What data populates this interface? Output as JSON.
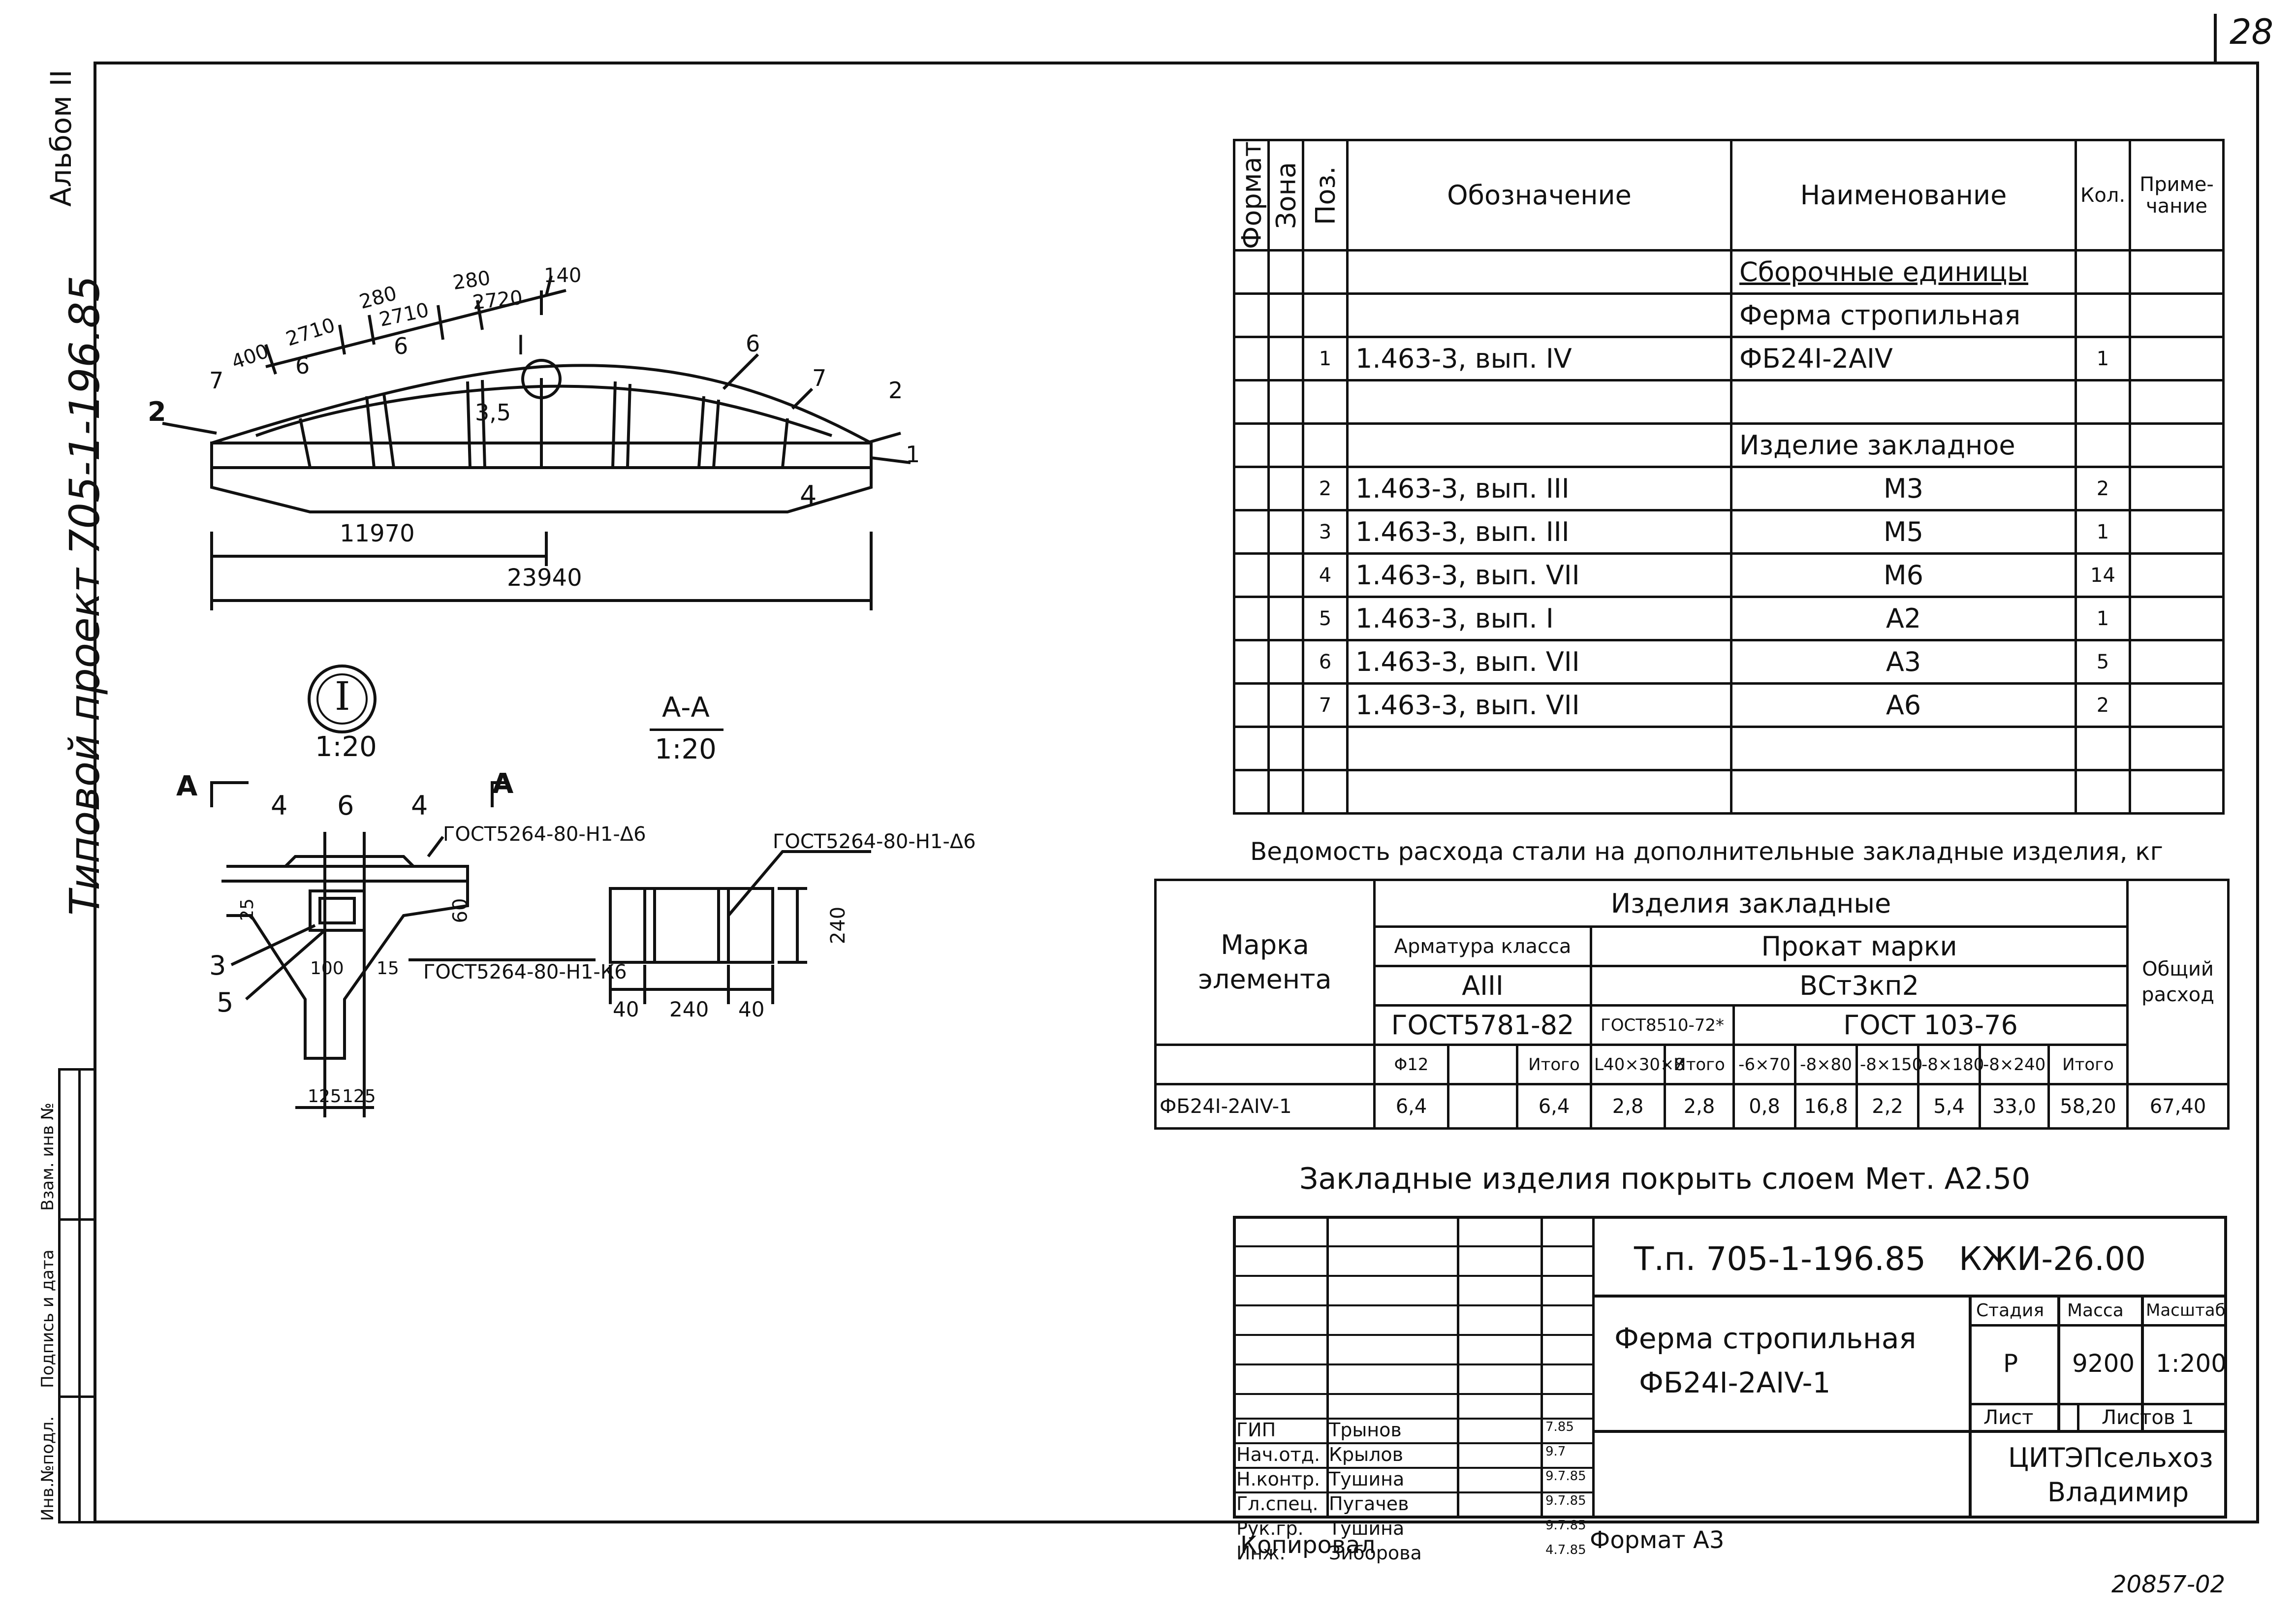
{
  "sheet_number": "28",
  "side": {
    "album": "Альбом II",
    "project": "Типовой проект 705-1-196.85",
    "strip": [
      "Инв.№подл.",
      "Подпись и дата",
      "Взам. инв №"
    ]
  },
  "truss": {
    "spans_top": [
      "400",
      "2710",
      "280",
      "2710",
      "280",
      "2720",
      "140"
    ],
    "marks": {
      "m7a": "7",
      "m6a": "6",
      "m6b": "6",
      "detail": "I",
      "m35": "3,5",
      "m6c": "6",
      "m7b": "7",
      "m2a": "2",
      "m2b": "2",
      "m1": "1",
      "m4": "4"
    },
    "dim_half": "11970",
    "dim_full": "23940"
  },
  "detail_I": {
    "title": "I",
    "scale": "1:20",
    "section_left": "A",
    "section_right": "A",
    "marks_top": [
      "4",
      "6",
      "4"
    ],
    "gost_top": "ГОСТ5264-80-Н1-Δ6",
    "gost_mid": "ГОСТ5264-80-Н1-К6",
    "dims": {
      "d25": "25",
      "d60": "60",
      "d100": "100",
      "d15": "15",
      "d125a": "125",
      "d125b": "125"
    },
    "marks_left": [
      "3",
      "5"
    ]
  },
  "section_AA": {
    "title": "А-А",
    "scale": "1:20",
    "gost": "ГОСТ5264-80-Н1-Δ6",
    "dims": {
      "h": "240",
      "a": "40",
      "b": "240",
      "c": "40"
    }
  },
  "spec": {
    "headers": {
      "format": "Формат",
      "zone": "Зона",
      "pos": "Поз.",
      "designation": "Обозначение",
      "name": "Наименование",
      "qty": "Кол.",
      "note": "Приме-чание"
    },
    "rows": [
      {
        "pos": "",
        "des": "",
        "name": "Сборочные единицы",
        "qty": "",
        "u": true
      },
      {
        "pos": "",
        "des": "",
        "name": "Ферма стропильная",
        "qty": "",
        "u": false
      },
      {
        "pos": "1",
        "des": "1.463-3, вып. IV",
        "name": "ФБ24I-2АIV",
        "qty": "1",
        "u": false
      },
      {
        "pos": "",
        "des": "",
        "name": "",
        "qty": "",
        "u": false
      },
      {
        "pos": "",
        "des": "",
        "name": "Изделие закладное",
        "qty": "",
        "u": false
      },
      {
        "pos": "2",
        "des": "1.463-3, вып. III",
        "name": "М3",
        "qty": "2",
        "u": false
      },
      {
        "pos": "3",
        "des": "1.463-3, вып. III",
        "name": "М5",
        "qty": "1",
        "u": false
      },
      {
        "pos": "4",
        "des": "1.463-3, вып. VII",
        "name": "М6",
        "qty": "14",
        "u": false
      },
      {
        "pos": "5",
        "des": "1.463-3, вып. I",
        "name": "А2",
        "qty": "1",
        "u": false
      },
      {
        "pos": "6",
        "des": "1.463-3, вып. VII",
        "name": "А3",
        "qty": "5",
        "u": false
      },
      {
        "pos": "7",
        "des": "1.463-3, вып. VII",
        "name": "А6",
        "qty": "2",
        "u": false
      },
      {
        "pos": "",
        "des": "",
        "name": "",
        "qty": "",
        "u": false
      },
      {
        "pos": "",
        "des": "",
        "name": "",
        "qty": "",
        "u": false
      }
    ]
  },
  "steel": {
    "title": "Ведомость расхода стали на дополнительные закладные изделия, кг",
    "mark_header": "Марка элемента",
    "items_header": "Изделия закладные",
    "armature": "Арматура класса",
    "armature_class": "АIII",
    "armature_gost": "ГОСТ5781-82",
    "rolled": "Прокат марки",
    "rolled_grade": "ВСт3кп2",
    "gost8510": "ГОСТ8510-72*",
    "gost103": "ГОСТ 103-76",
    "total_header": "Общий расход",
    "subheads": [
      "Φ12",
      "",
      "Итого",
      "L40×30×8",
      "Итого",
      "-6×70",
      "-8×80",
      "-8×150",
      "-8×180",
      "-8×240",
      "Итого"
    ],
    "row": {
      "mark": "ФБ24I-2АIV-1",
      "values": [
        "6,4",
        "",
        "6,4",
        "2,8",
        "2,8",
        "0,8",
        "16,8",
        "2,2",
        "5,4",
        "33,0",
        "58,20"
      ],
      "total": "67,40"
    }
  },
  "note": "Закладные изделия покрыть слоем Мет. А2.50",
  "stamp": {
    "code": "Т.п. 705-1-196.85",
    "doc": "КЖИ-26.00",
    "title1": "Ферма стропильная",
    "title2": "ФБ24I-2АIV-1",
    "stage_h": "Стадия",
    "mass_h": "Масса",
    "scale_h": "Масштаб",
    "stage": "Р",
    "mass": "9200",
    "scale": "1:200",
    "sheet": "Лист",
    "sheets": "Листов 1",
    "org1": "ЦИТЭПсельхоз",
    "org2": "Владимир",
    "people": [
      {
        "role": "ГИП",
        "name": "Трынов",
        "date": "7.85"
      },
      {
        "role": "Нач.отд.",
        "name": "Крылов",
        "date": "9.7"
      },
      {
        "role": "Н.контр.",
        "name": "Тушина",
        "date": "9.7.85"
      },
      {
        "role": "Гл.спец.",
        "name": "Пугачев",
        "date": "9.7.85"
      },
      {
        "role": "Рук.гр.",
        "name": "Тушина",
        "date": "9.7.85"
      },
      {
        "role": "Инж.",
        "name": "Зиборова",
        "date": "4.7.85"
      }
    ]
  },
  "footer": {
    "copied": "Копировал",
    "format": "Формат А3",
    "code": "20857-02"
  }
}
